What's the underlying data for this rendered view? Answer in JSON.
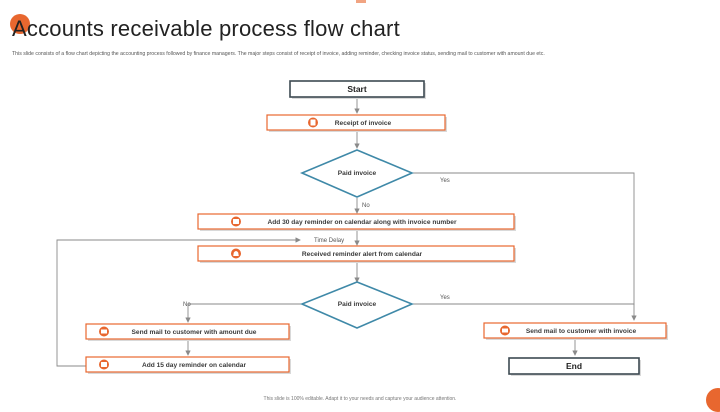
{
  "slide": {
    "title": "Accounts receivable process flow chart",
    "subtitle": "This slide consists of a flow chart depicting the accounting process followed by finance managers. The major steps consist of receipt of invoice, adding reminder, checking invoice status, sending mail to customer with amount due etc.",
    "footer": "This slide is 100% editable. Adapt it to your needs and capture your audience attention."
  },
  "colors": {
    "accent": "#e8672f",
    "diamond_stroke": "#3f89a8",
    "terminal_stroke": "#3d4a52",
    "connector": "#8a8a8a"
  },
  "flow": {
    "start": "Start",
    "receipt": "Receipt of invoice",
    "decision1": "Paid invoice",
    "reminder30": "Add 30 day reminder on calendar along with invoice number",
    "alert": "Received reminder alert from calendar",
    "decision2": "Paid invoice",
    "mail_due": "Send mail to customer with amount due",
    "reminder15": "Add 15 day reminder on calendar",
    "mail_invoice": "Send mail to customer with invoice",
    "end": "End",
    "yes1": "Yes",
    "no1": "No",
    "time_delay": "Time Delay",
    "no2": "No",
    "yes2": "Yes"
  },
  "icons": {
    "receipt": "invoice-icon",
    "reminder30": "calendar-icon",
    "alert": "bell-icon",
    "mail_due": "mail-icon",
    "reminder15": "calendar-icon",
    "mail_invoice": "mail-icon"
  }
}
